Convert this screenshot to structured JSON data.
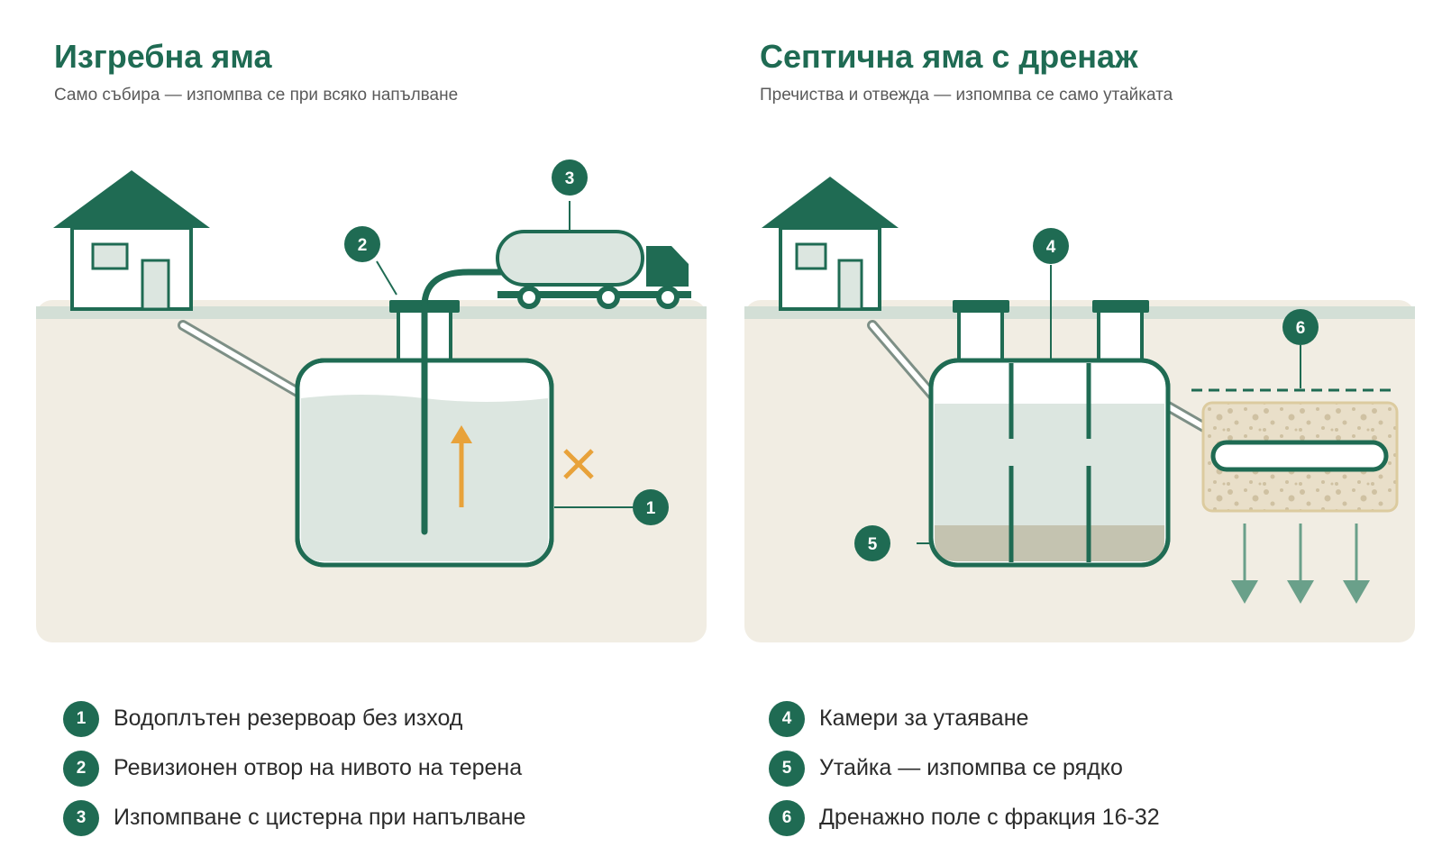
{
  "left": {
    "title": "Изгребна яма",
    "subtitle": "Само събира — изпомпва се при всяко напълване",
    "markers": [
      "1",
      "2",
      "3"
    ],
    "legend": [
      {
        "num": "1",
        "text": "Водоплътен резервоар без изход"
      },
      {
        "num": "2",
        "text": "Ревизионен отвор на нивото на терена"
      },
      {
        "num": "3",
        "text": "Изпомпване с цистерна при напълване"
      }
    ]
  },
  "right": {
    "title": "Септична яма с дренаж",
    "subtitle": "Пречиства и отвежда — изпомпва се само утайката",
    "markers": [
      "4",
      "5",
      "6"
    ],
    "legend": [
      {
        "num": "4",
        "text": "Камери за утаяване"
      },
      {
        "num": "5",
        "text": "Утайка — изпомпва се рядко"
      },
      {
        "num": "6",
        "text": "Дренажно поле с фракция 16-32"
      }
    ]
  },
  "colors": {
    "brand": "#1f6b53",
    "soil": "#f1ede3",
    "ground_line": "#d3dfd6",
    "water": "#dce6e0",
    "sludge": "#c4c3b0",
    "gravel": "#e9dfc9",
    "warning": "#e8a23a",
    "drain_arrows": "#6aa08a"
  }
}
